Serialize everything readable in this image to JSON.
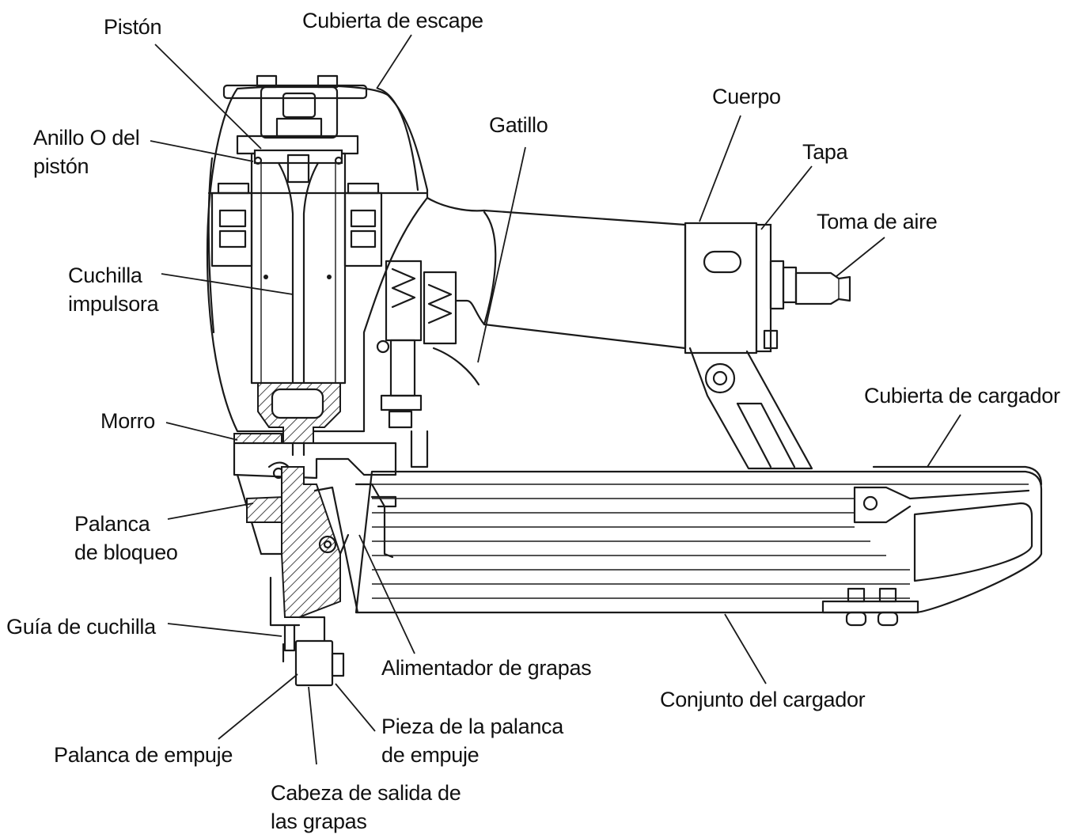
{
  "labels": {
    "piston": "Pistón",
    "exhaust_cover": "Cubierta de escape",
    "piston_oring_1": "Anillo O del",
    "piston_oring_2": "pistón",
    "trigger": "Gatillo",
    "body": "Cuerpo",
    "cap": "Tapa",
    "air_inlet": "Toma de aire",
    "driver_blade_1": "Cuchilla",
    "driver_blade_2": "impulsora",
    "nose": "Morro",
    "magazine_cover": "Cubierta de cargador",
    "lock_lever_1": "Palanca",
    "lock_lever_2": "de bloqueo",
    "blade_guide": "Guía de cuchilla",
    "staple_feeder": "Alimentador de grapas",
    "magazine_assembly": "Conjunto del cargador",
    "push_lever": "Palanca de empuje",
    "push_lever_piece_1": "Pieza de la palanca",
    "push_lever_piece_2": "de empuje",
    "ejection_head_1": "Cabeza de salida de",
    "ejection_head_2": "las grapas"
  }
}
